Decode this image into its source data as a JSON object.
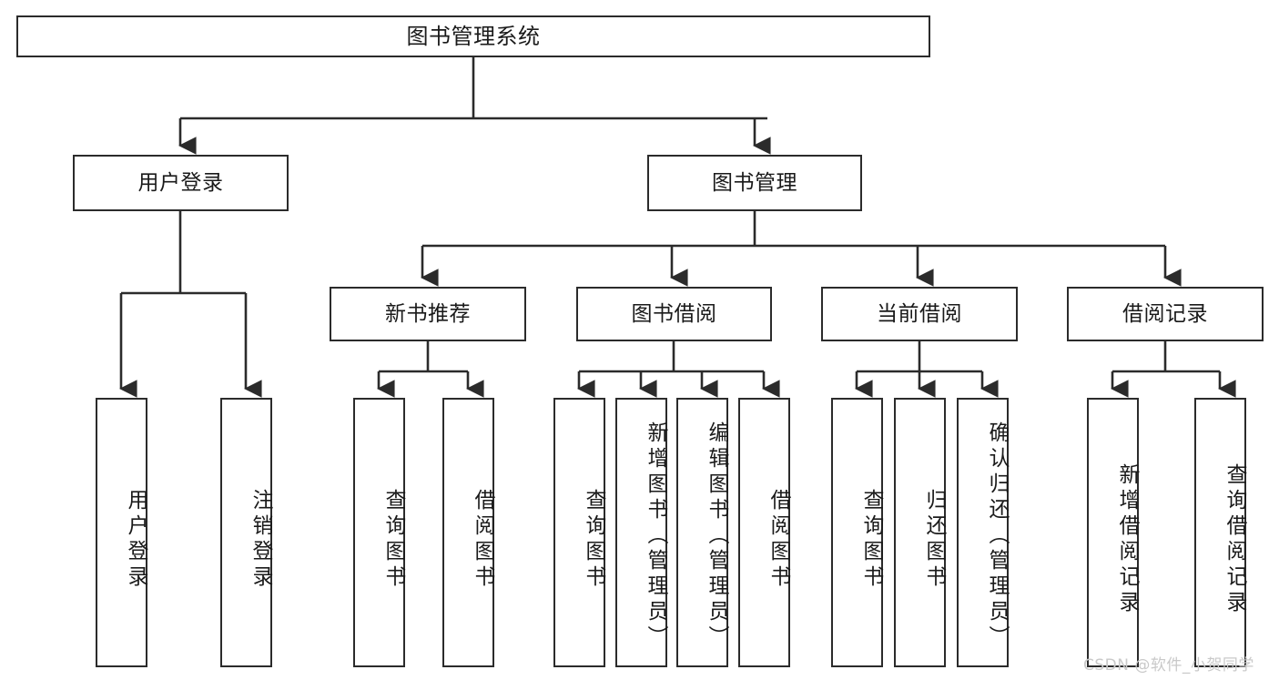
{
  "diagram": {
    "title": "图书管理系统",
    "type": "hierarchy-tree",
    "colors": {
      "box_border": "#2b2b2b",
      "box_fill": "#ffffff",
      "connector": "#2b2b2b",
      "text": "#1a1a1a",
      "watermark": "#c9c9c9",
      "background": "#ffffff"
    },
    "root": {
      "label": "图书管理系统"
    },
    "level2": [
      {
        "label": "用户登录"
      },
      {
        "label": "图书管理"
      }
    ],
    "level3": [
      {
        "label": "新书推荐"
      },
      {
        "label": "图书借阅"
      },
      {
        "label": "当前借阅"
      },
      {
        "label": "借阅记录"
      }
    ],
    "leaves": {
      "user_login": [
        {
          "label": "用户登录"
        },
        {
          "label": "注销登录"
        }
      ],
      "new_book_recommend": [
        {
          "label": "查询图书"
        },
        {
          "label": "借阅图书"
        }
      ],
      "book_borrow": [
        {
          "label": "查询图书"
        },
        {
          "label": "新增图书（管理员）"
        },
        {
          "label": "编辑图书（管理员）"
        },
        {
          "label": "借阅图书"
        }
      ],
      "current_borrow": [
        {
          "label": "查询图书"
        },
        {
          "label": "归还图书"
        },
        {
          "label": "确认归还（管理员）"
        }
      ],
      "borrow_record": [
        {
          "label": "新增借阅记录"
        },
        {
          "label": "查询借阅记录"
        }
      ]
    }
  },
  "watermark": {
    "text": "CSDN @软件_小贺同学"
  }
}
